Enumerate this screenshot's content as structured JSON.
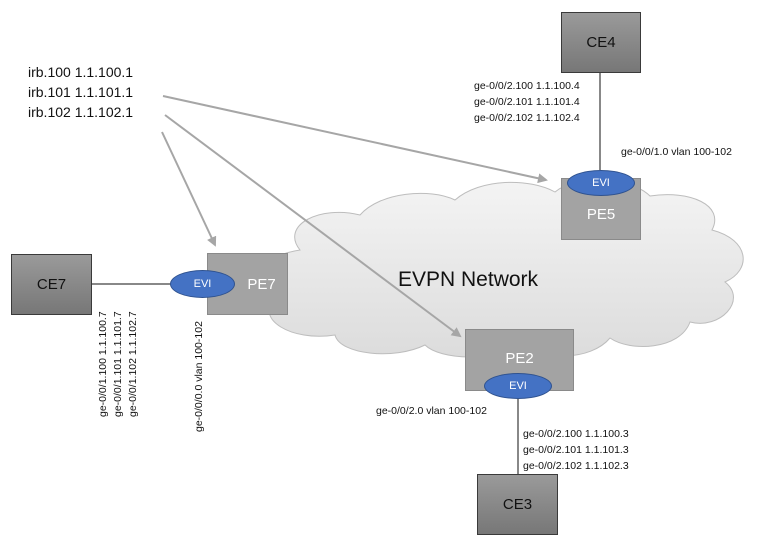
{
  "title": "EVPN Network",
  "irb_interfaces": [
    "irb.100 1.1.100.1",
    "irb.101 1.1.101.1",
    "irb.102 1.1.102.1"
  ],
  "devices": {
    "ce4": {
      "label": "CE4",
      "interfaces": [
        "ge-0/0/2.100 1.1.100.4",
        "ge-0/0/2.101 1.1.101.4",
        "ge-0/0/2.102 1.1.102.4"
      ]
    },
    "ce7": {
      "label": "CE7",
      "interfaces": [
        "ge-0/0/1.100 1.1.100.7",
        "ge-0/0/1.101 1.1.101.7",
        "ge-0/0/1.102 1.1.102.7"
      ]
    },
    "ce3": {
      "label": "CE3",
      "interfaces": [
        "ge-0/0/2.100 1.1.100.3",
        "ge-0/0/2.101 1.1.101.3",
        "ge-0/0/2.102 1.1.102.3"
      ]
    },
    "pe5": {
      "label": "PE5",
      "evi": "EVI",
      "access_interface": "ge-0/0/1.0 vlan 100-102"
    },
    "pe7": {
      "label": "PE7",
      "evi": "EVI",
      "access_interface": "ge-0/0/0.0 vlan 100-102"
    },
    "pe2": {
      "label": "PE2",
      "evi": "EVI",
      "access_interface": "ge-0/0/2.0 vlan 100-102"
    }
  },
  "colors": {
    "evi_fill": "#4472c4",
    "pe_fill": "#a3a3a3",
    "ce_fill": "#888888",
    "arrow": "#a6a6a6",
    "cloud_fill": "#ececec"
  }
}
